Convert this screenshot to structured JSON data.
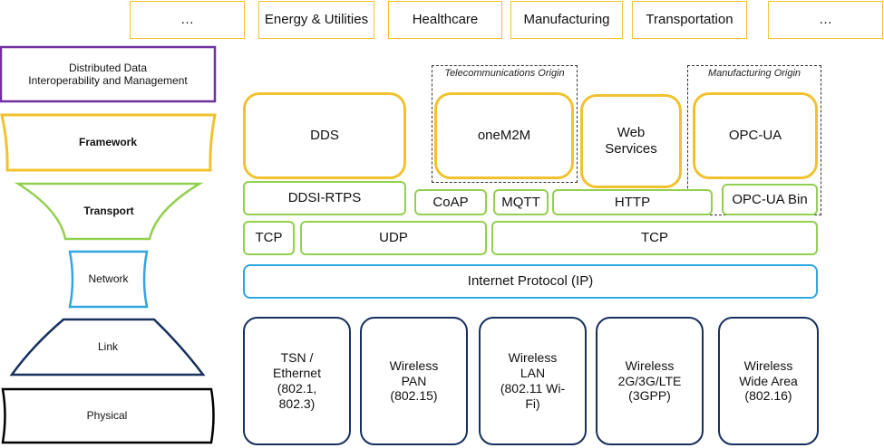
{
  "industries": [
    "…",
    "Energy & Utilities",
    "Healthcare",
    "Manufacturing",
    "Transportation",
    "…"
  ],
  "layers": {
    "data_mgmt": "Distributed Data\nInteroperability and Management",
    "framework": "Framework",
    "transport": "Transport",
    "network": "Network",
    "link": "Link",
    "physical": "Physical"
  },
  "origins": {
    "telecom": "Telecommunications Origin",
    "manufacturing": "Manufacturing Origin"
  },
  "frameworks": {
    "dds": "DDS",
    "onem2m": "oneM2M",
    "web_services": "Web\nServices",
    "opc_ua": "OPC-UA"
  },
  "transports": {
    "ddsi_rtps": "DDSI-RTPS",
    "coap": "CoAP",
    "mqtt": "MQTT",
    "http": "HTTP",
    "opc_ua_bin": "OPC-UA  Bin"
  },
  "transport_lower": {
    "tcp_left": "TCP",
    "udp": "UDP",
    "tcp_right": "TCP"
  },
  "network": {
    "ip": "Internet Protocol (IP)"
  },
  "links": {
    "tsn": "TSN /\nEthernet\n(802.1,\n802.3)",
    "pan": "Wireless\nPAN\n(802.15)",
    "lan": "Wireless\nLAN\n(802.11 Wi-\nFi)",
    "cellular": "Wireless\n2G/3G/LTE\n(3GPP)",
    "wan": "Wireless\nWide Area\n(802.16)"
  },
  "colors": {
    "yellow": "#f2c22e",
    "green": "#92d050",
    "blue": "#2ea7e0",
    "navy": "#17305e",
    "purple": "#7030a0"
  }
}
